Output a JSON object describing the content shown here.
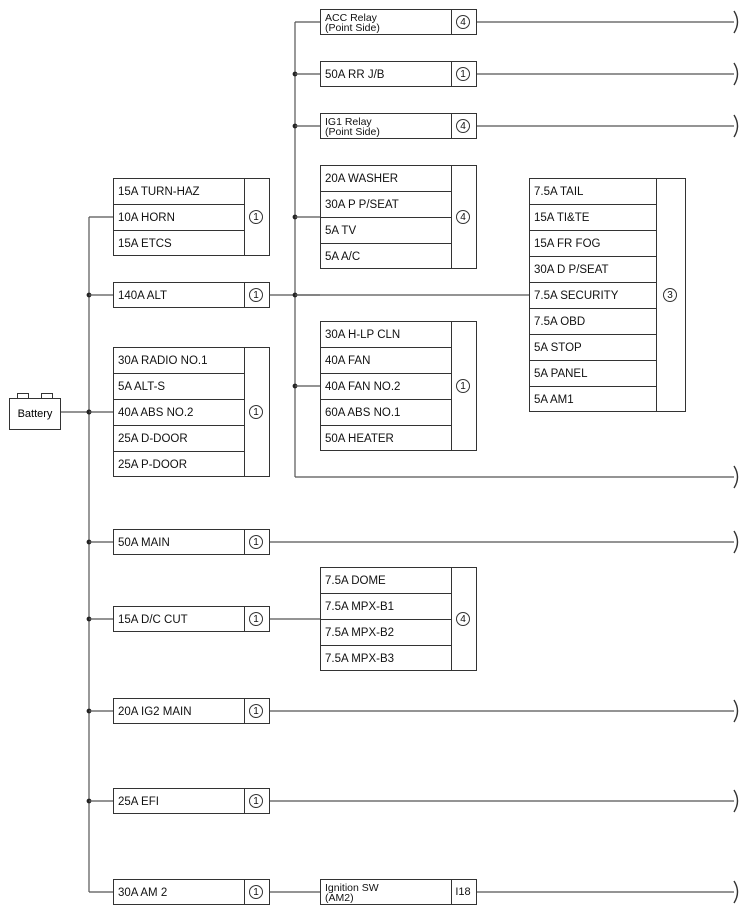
{
  "battery": {
    "label": "Battery"
  },
  "fuse_groups": [
    {
      "id": "g-turn-haz",
      "fuses": [
        "15A TURN-HAZ",
        "10A HORN",
        "15A ETCS"
      ],
      "connector": "1"
    },
    {
      "id": "g-alt",
      "fuses": [
        "140A ALT"
      ],
      "connector": "1"
    },
    {
      "id": "g-radio",
      "fuses": [
        "30A RADIO NO.1",
        "5A ALT-S",
        "40A ABS NO.2",
        "25A D-DOOR",
        "25A P-DOOR"
      ],
      "connector": "1"
    },
    {
      "id": "g-main",
      "fuses": [
        "50A MAIN"
      ],
      "connector": "1"
    },
    {
      "id": "g-dc-cut",
      "fuses": [
        "15A D/C CUT"
      ],
      "connector": "1"
    },
    {
      "id": "g-ig2",
      "fuses": [
        "20A IG2 MAIN"
      ],
      "connector": "1"
    },
    {
      "id": "g-efi",
      "fuses": [
        "25A EFI"
      ],
      "connector": "1"
    },
    {
      "id": "g-am2",
      "fuses": [
        "30A AM 2"
      ],
      "connector": "1"
    },
    {
      "id": "g-acc",
      "fuses": [
        "ACC Relay\n(Point Side)"
      ],
      "connector": "4"
    },
    {
      "id": "g-rrjb",
      "fuses": [
        "50A RR J/B"
      ],
      "connector": "1"
    },
    {
      "id": "g-ig1",
      "fuses": [
        "IG1 Relay\n(Point Side)"
      ],
      "connector": "4"
    },
    {
      "id": "g-washer",
      "fuses": [
        "20A WASHER",
        "30A P P/SEAT",
        "5A TV",
        "5A A/C"
      ],
      "connector": "4"
    },
    {
      "id": "g-hlp",
      "fuses": [
        "30A H-LP CLN",
        "40A FAN",
        "40A FAN NO.2",
        "60A ABS NO.1",
        "50A HEATER"
      ],
      "connector": "1"
    },
    {
      "id": "g-dome",
      "fuses": [
        "7.5A DOME",
        "7.5A MPX-B1",
        "7.5A MPX-B2",
        "7.5A MPX-B3"
      ],
      "connector": "4"
    },
    {
      "id": "g-ign",
      "fuses": [
        "Ignition SW\n(AM2)"
      ],
      "connector": "I18",
      "connector_style": "plain"
    },
    {
      "id": "g-tail",
      "fuses": [
        "7.5A TAIL",
        "15A TI&TE",
        "15A FR FOG",
        "30A D P/SEAT",
        "7.5A SECURITY",
        "7.5A OBD",
        "5A STOP",
        "5A PANEL",
        "5A AM1"
      ],
      "connector": "3"
    }
  ]
}
